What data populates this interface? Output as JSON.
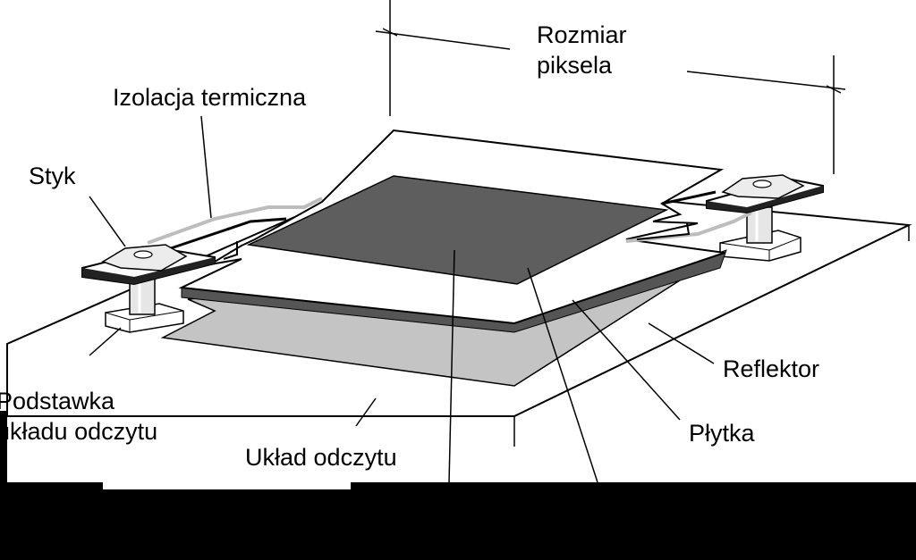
{
  "labels": {
    "pixel_size_line1": "Rozmiar",
    "pixel_size_line2": "piksela",
    "thermal_insulation": "Izolacja termiczna",
    "contact": "Styk",
    "readout_base_line1": "Podstawka",
    "readout_base_line2": "układu odczytu",
    "readout_circuit": "Układ odczytu",
    "reflector": "Reflektor",
    "plate": "Płytka"
  },
  "colors": {
    "background": "#000000",
    "canvas": "#ffffff",
    "absorber": "#5e5e5e",
    "reflector": "#c4c4c4",
    "insulation_leg": "#bdbdbd",
    "line": "#000000"
  }
}
